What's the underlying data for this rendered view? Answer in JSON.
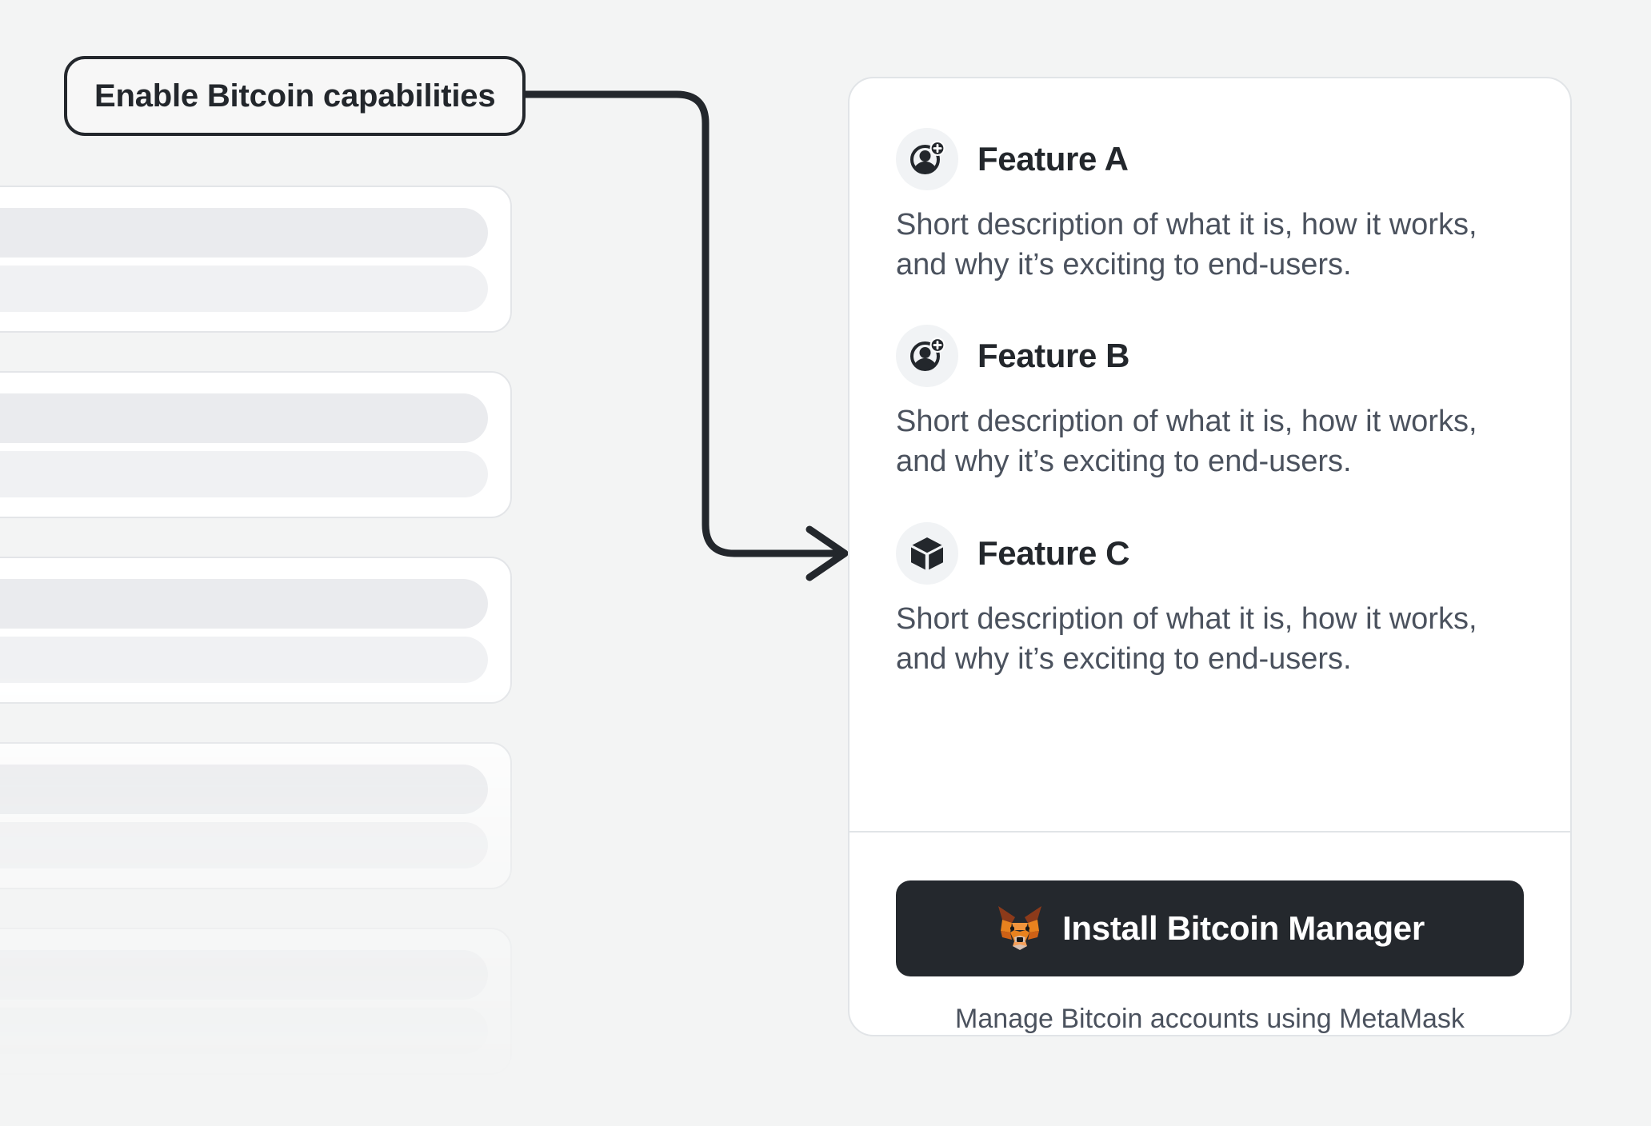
{
  "background_color": "#f3f4f4",
  "callout": {
    "label": "Enable Bitcoin capabilities",
    "border_color": "#23272c",
    "dot_color": "#23272c"
  },
  "connector": {
    "name": "arrow-connector",
    "color": "#23272c"
  },
  "skeleton": {
    "card_count": 5,
    "bars_per_card": 2
  },
  "card": {
    "features": [
      {
        "icon": "add-user-icon",
        "title": "Feature A",
        "description": "Short description of what it is, how it works, and why it’s exciting to end-users."
      },
      {
        "icon": "add-user-icon",
        "title": "Feature B",
        "description": "Short description of what it is, how it works, and why it’s exciting to end-users."
      },
      {
        "icon": "cube-icon",
        "title": "Feature C",
        "description": "Short description of what it is, how it works, and why it’s exciting to end-users."
      }
    ],
    "footer": {
      "install_label": "Install Bitcoin Manager",
      "install_icon": "metamask-fox-icon",
      "install_bg": "#24282d",
      "note": "Manage Bitcoin accounts using MetaMask"
    }
  }
}
